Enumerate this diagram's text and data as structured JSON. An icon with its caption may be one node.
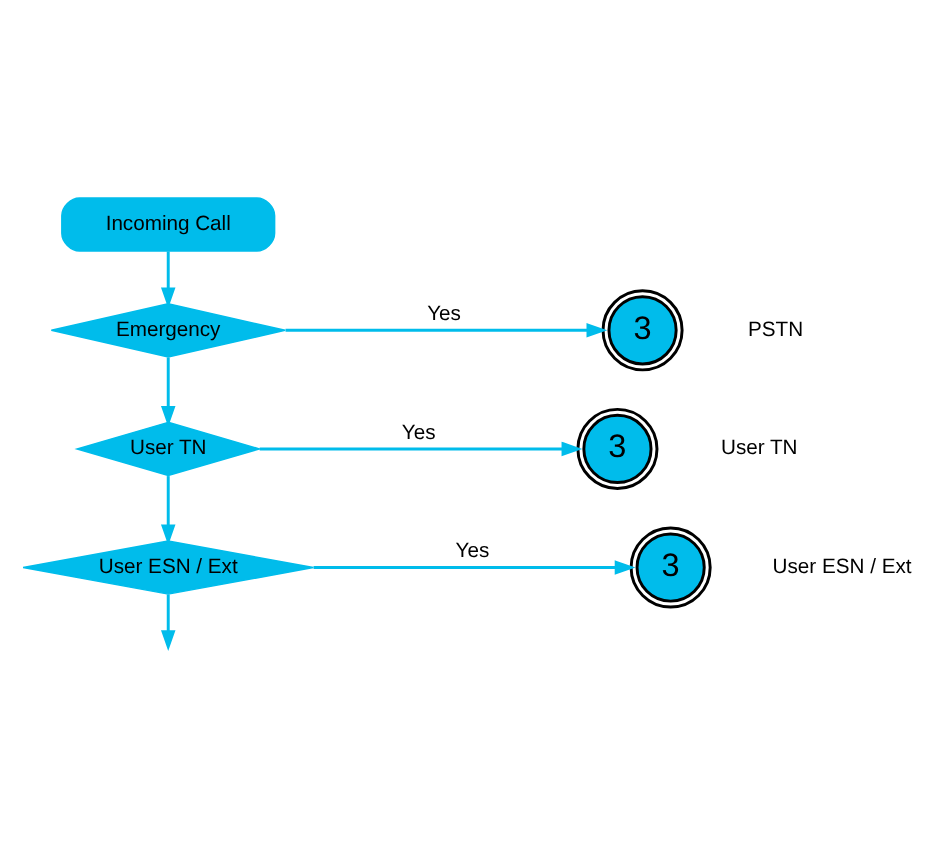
{
  "diagram": {
    "nodes": [
      {
        "text": [
          "Incoming Call"
        ]
      },
      {
        "text": [
          "Emergency"
        ]
      },
      {
        "text": [
          "User TN"
        ]
      },
      {
        "text": [
          "User ESN / Ext"
        ]
      },
      {
        "text": [
          "3"
        ],
        "beside": [
          "PSTN"
        ]
      },
      {
        "text": [
          "3"
        ],
        "beside": [
          "User TN"
        ]
      },
      {
        "text": [
          "3"
        ],
        "beside": [
          "User ESN / Ext"
        ]
      }
    ],
    "edges": [
      {
        "from": 0,
        "to": 1,
        "arrow": "to"
      },
      {
        "from": 1,
        "to": 4,
        "arrow": "to",
        "label": "Yes"
      },
      {
        "from": 1,
        "to": 2,
        "arrow": "to"
      },
      {
        "from": 2,
        "to": 5,
        "arrow": "to",
        "label": "Yes"
      },
      {
        "from": 2,
        "to": 3,
        "arrow": "to"
      },
      {
        "from": 3,
        "to": 6,
        "arrow": "to",
        "label": "Yes"
      },
      {
        "from": 3,
        "to": null,
        "arrow": "to"
      }
    ]
  }
}
